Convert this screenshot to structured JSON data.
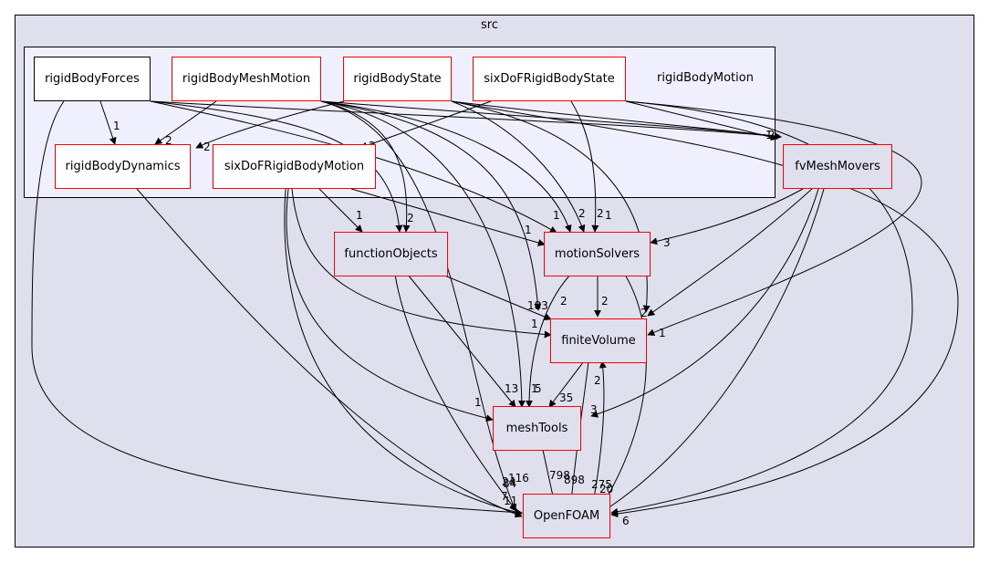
{
  "clusters": {
    "outer_label": "src",
    "inner_label": "rigidBodyMotion"
  },
  "nodes": {
    "rigidBodyForces": "rigidBodyForces",
    "rigidBodyMeshMotion": "rigidBodyMeshMotion",
    "rigidBodyState": "rigidBodyState",
    "sixDoFRigidBodyState": "sixDoFRigidBodyState",
    "rigidBodyDynamics": "rigidBodyDynamics",
    "sixDoFRigidBodyMotion": "sixDoFRigidBodyMotion",
    "fvMeshMovers": "fvMeshMovers",
    "functionObjects": "functionObjects",
    "motionSolvers": "motionSolvers",
    "finiteVolume": "finiteVolume",
    "meshTools": "meshTools",
    "OpenFOAM": "OpenFOAM"
  },
  "edge_labels": {
    "forces_dynamics": "1",
    "meshmotion_dynamics": "2",
    "state_dynamics": "2",
    "sixdof_state_motion": "2",
    "fv_1": "1",
    "fv_2": "2",
    "func_1": "1",
    "func_2": "2",
    "motion_1": "1",
    "motion_2": "1",
    "motion_3": "2",
    "motion_4": "2",
    "motion_5": "1",
    "fvm_motion": "3",
    "fvm_finite": "2",
    "finite_a": "183",
    "finite_b": "2",
    "finite_c": "2",
    "finite_d": "1",
    "finite_e": "1",
    "mesh_a": "1",
    "mesh_b": "13",
    "mesh_c": "1",
    "mesh_d": "5",
    "mesh_e": "35",
    "mesh_f": "3",
    "foam_a": "116",
    "foam_b": "24",
    "foam_c": "84",
    "foam_d": "7",
    "foam_e": "11",
    "foam_f": "798",
    "foam_g": "898",
    "foam_h": "275",
    "foam_i": "20",
    "foam_j": "6",
    "foam_to_finite": "2"
  },
  "colors": {
    "outer_cluster_fill": "#dfdfee",
    "inner_cluster_fill": "#efeffe",
    "node_border_red": "#ff0000",
    "node_border_black": "#000000"
  }
}
